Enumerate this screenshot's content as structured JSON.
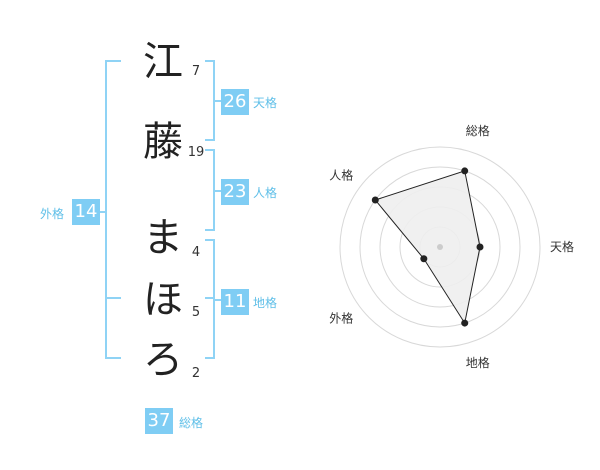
{
  "name_chars": [
    {
      "char": "江",
      "strokes": "7"
    },
    {
      "char": "藤",
      "strokes": "19"
    },
    {
      "char": "ま",
      "strokes": "4"
    },
    {
      "char": "ほ",
      "strokes": "5"
    },
    {
      "char": "ろ",
      "strokes": "2"
    }
  ],
  "kaku": {
    "tenkaku": {
      "value": "26",
      "label": "天格"
    },
    "jinkaku": {
      "value": "23",
      "label": "人格"
    },
    "chikaku": {
      "value": "11",
      "label": "地格"
    },
    "gaikaku": {
      "value": "14",
      "label": "外格"
    },
    "soukaku": {
      "value": "37",
      "label": "総格"
    }
  },
  "chart_data": {
    "type": "radar",
    "axes": [
      "総格",
      "天格",
      "地格",
      "外格",
      "人格"
    ],
    "values": [
      4,
      2,
      4,
      1,
      4
    ],
    "max": 5,
    "rings": 5
  },
  "colors": {
    "accent": "#7fcdf4",
    "bracket": "#8fd3f5",
    "label_text": "#5fbfe8",
    "radar_fill": "#eeeeee",
    "radar_ring": "#d8d8d8",
    "radar_point": "#222222"
  }
}
